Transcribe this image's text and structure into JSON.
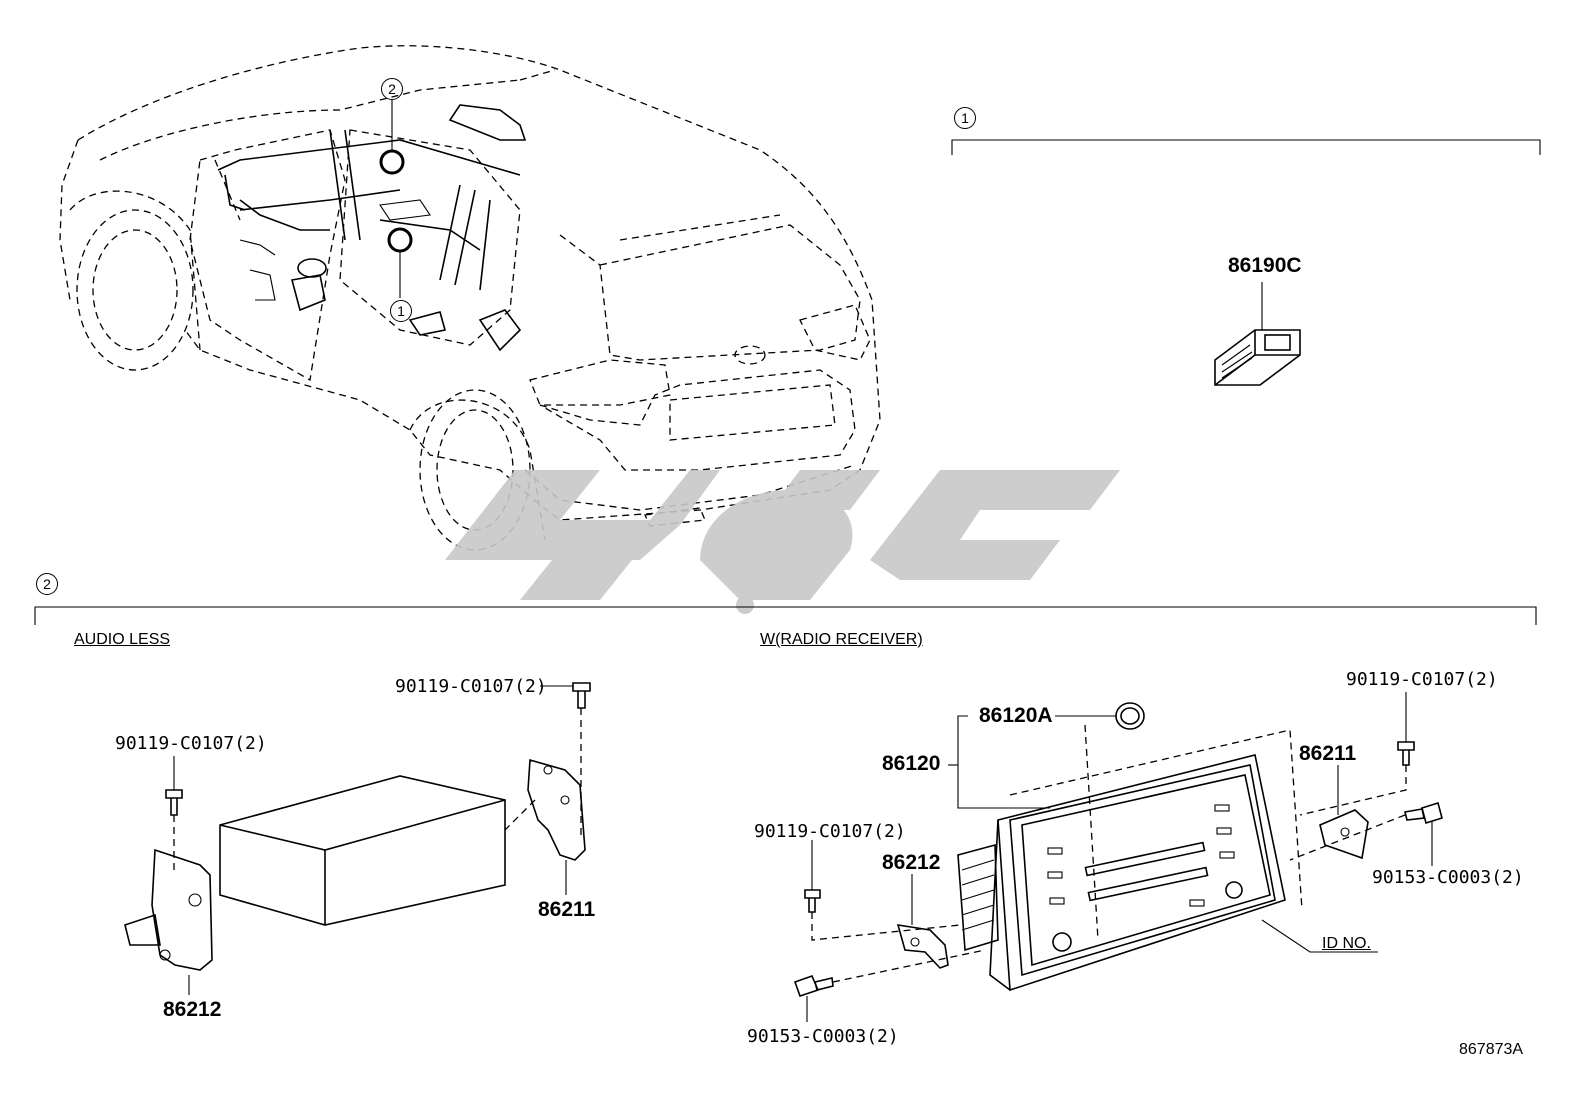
{
  "callouts": {
    "ref1": "1",
    "ref2": "2",
    "section1_marker": "1",
    "section2_marker": "2"
  },
  "sections": {
    "audio_less": "AUDIO LESS",
    "with_radio": "W(RADIO RECEIVER)"
  },
  "parts": {
    "usb_port": "86190C",
    "radio_receiver": "86120",
    "knob": "86120A",
    "bracket_right_audio_less": "86211",
    "bracket_left_audio_less": "86212",
    "bracket_right_radio": "86211",
    "bracket_left_radio": "86212",
    "bolt_audio_less_left": "90119-C0107(2)",
    "bolt_audio_less_right": "90119-C0107(2)",
    "bolt_radio_left": "90119-C0107(2)",
    "bolt_radio_right": "90119-C0107(2)",
    "screw_radio_left": "90153-C0003(2)",
    "screw_radio_right": "90153-C0003(2)",
    "id_no": "ID NO."
  },
  "diagram_id": "867873A",
  "colors": {
    "line": "#000000",
    "watermark": "#c8c8c8"
  }
}
